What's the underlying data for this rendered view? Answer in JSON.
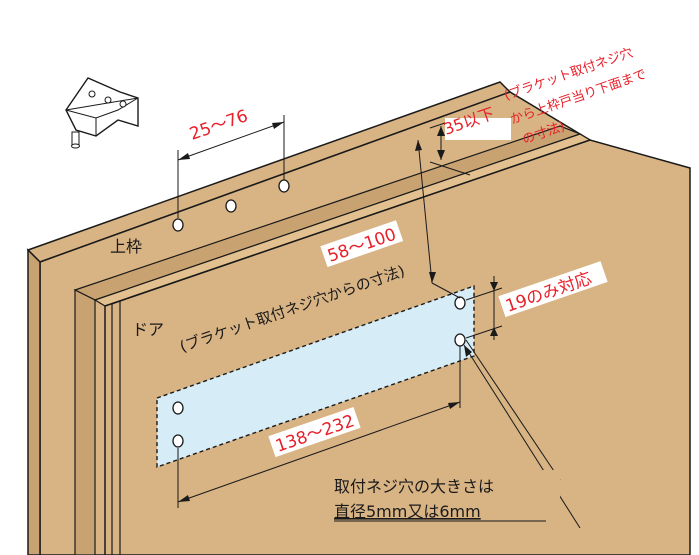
{
  "colors": {
    "frame_fill": "#d8b384",
    "frame_stroke": "#1a1a1a",
    "plate_fill": "#d6ecf6",
    "red_text": "#e8202a",
    "black_text": "#1a1a1a",
    "label_bg": "#ffffff"
  },
  "icons": {
    "bracket": "bracket-icon"
  },
  "labels": {
    "top_frame": "上枠",
    "door": "ドア",
    "bracket_note": "(ブラケット取付ネジ穴からの寸法)",
    "note_line1": "(ブラケット取付ネジ穴",
    "note_line2": "から上枠戸当り下面まで",
    "note_line3": "の寸法)",
    "hole_line1": "取付ネジ穴の大きさは",
    "hole_line2": "直径5mm又は6mm"
  },
  "dimensions": {
    "d_25_76": "25～76",
    "d_35": "35以下",
    "d_58_100": "58～100",
    "d_19": "19のみ対応",
    "d_138_232": "138～232"
  }
}
